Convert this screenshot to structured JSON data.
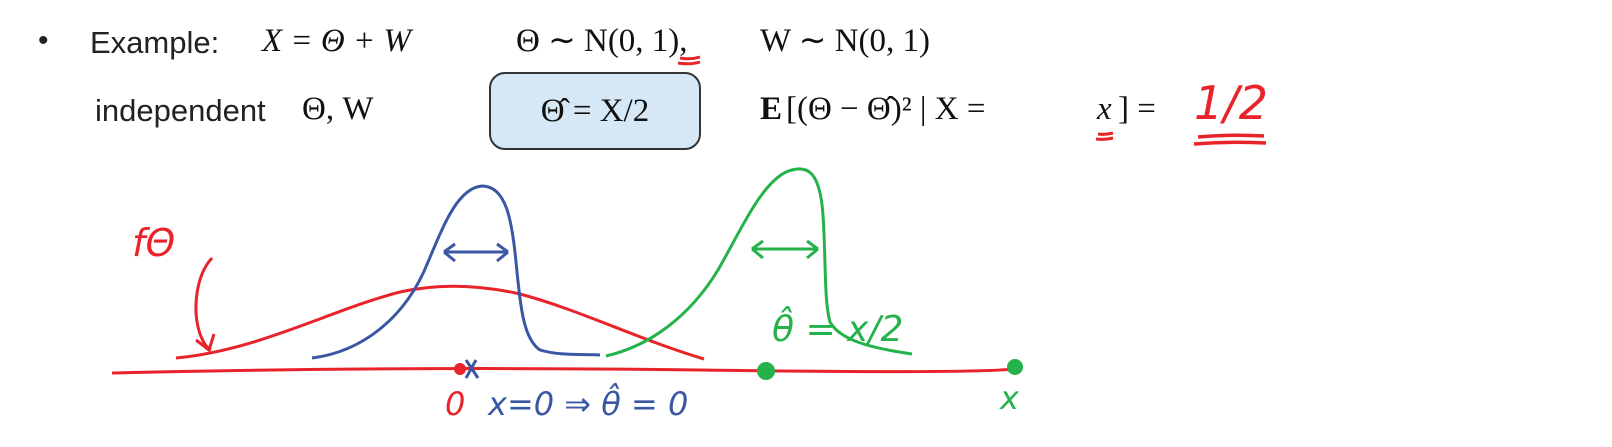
{
  "header": {
    "bullet": "•",
    "example_label": "Example:",
    "model_eq": "X = Θ + W",
    "theta_dist": "Θ ∼ N(0, 1),",
    "w_dist": "W ∼ N(0, 1)"
  },
  "line2": {
    "independent_label": "independent",
    "independent_vars": "Θ, W",
    "estimator_eq": "Θ̂ = X/2",
    "mse_E": "E",
    "mse_body": "[(Θ − Θ̂)² | X =",
    "mse_x": "x",
    "mse_close": "] =",
    "mse_answer": "1/2"
  },
  "annotations": {
    "prior_label": "fΘ",
    "zero_point": "0",
    "zero_case": "x=0 ⇒ θ̂ = 0",
    "estimate_case": "θ̂ = x/2",
    "x_point": "x"
  },
  "colors": {
    "red": "#e8232a",
    "blue": "#3b57a4",
    "green": "#25b24a",
    "box_fill": "#d6e8f6"
  }
}
